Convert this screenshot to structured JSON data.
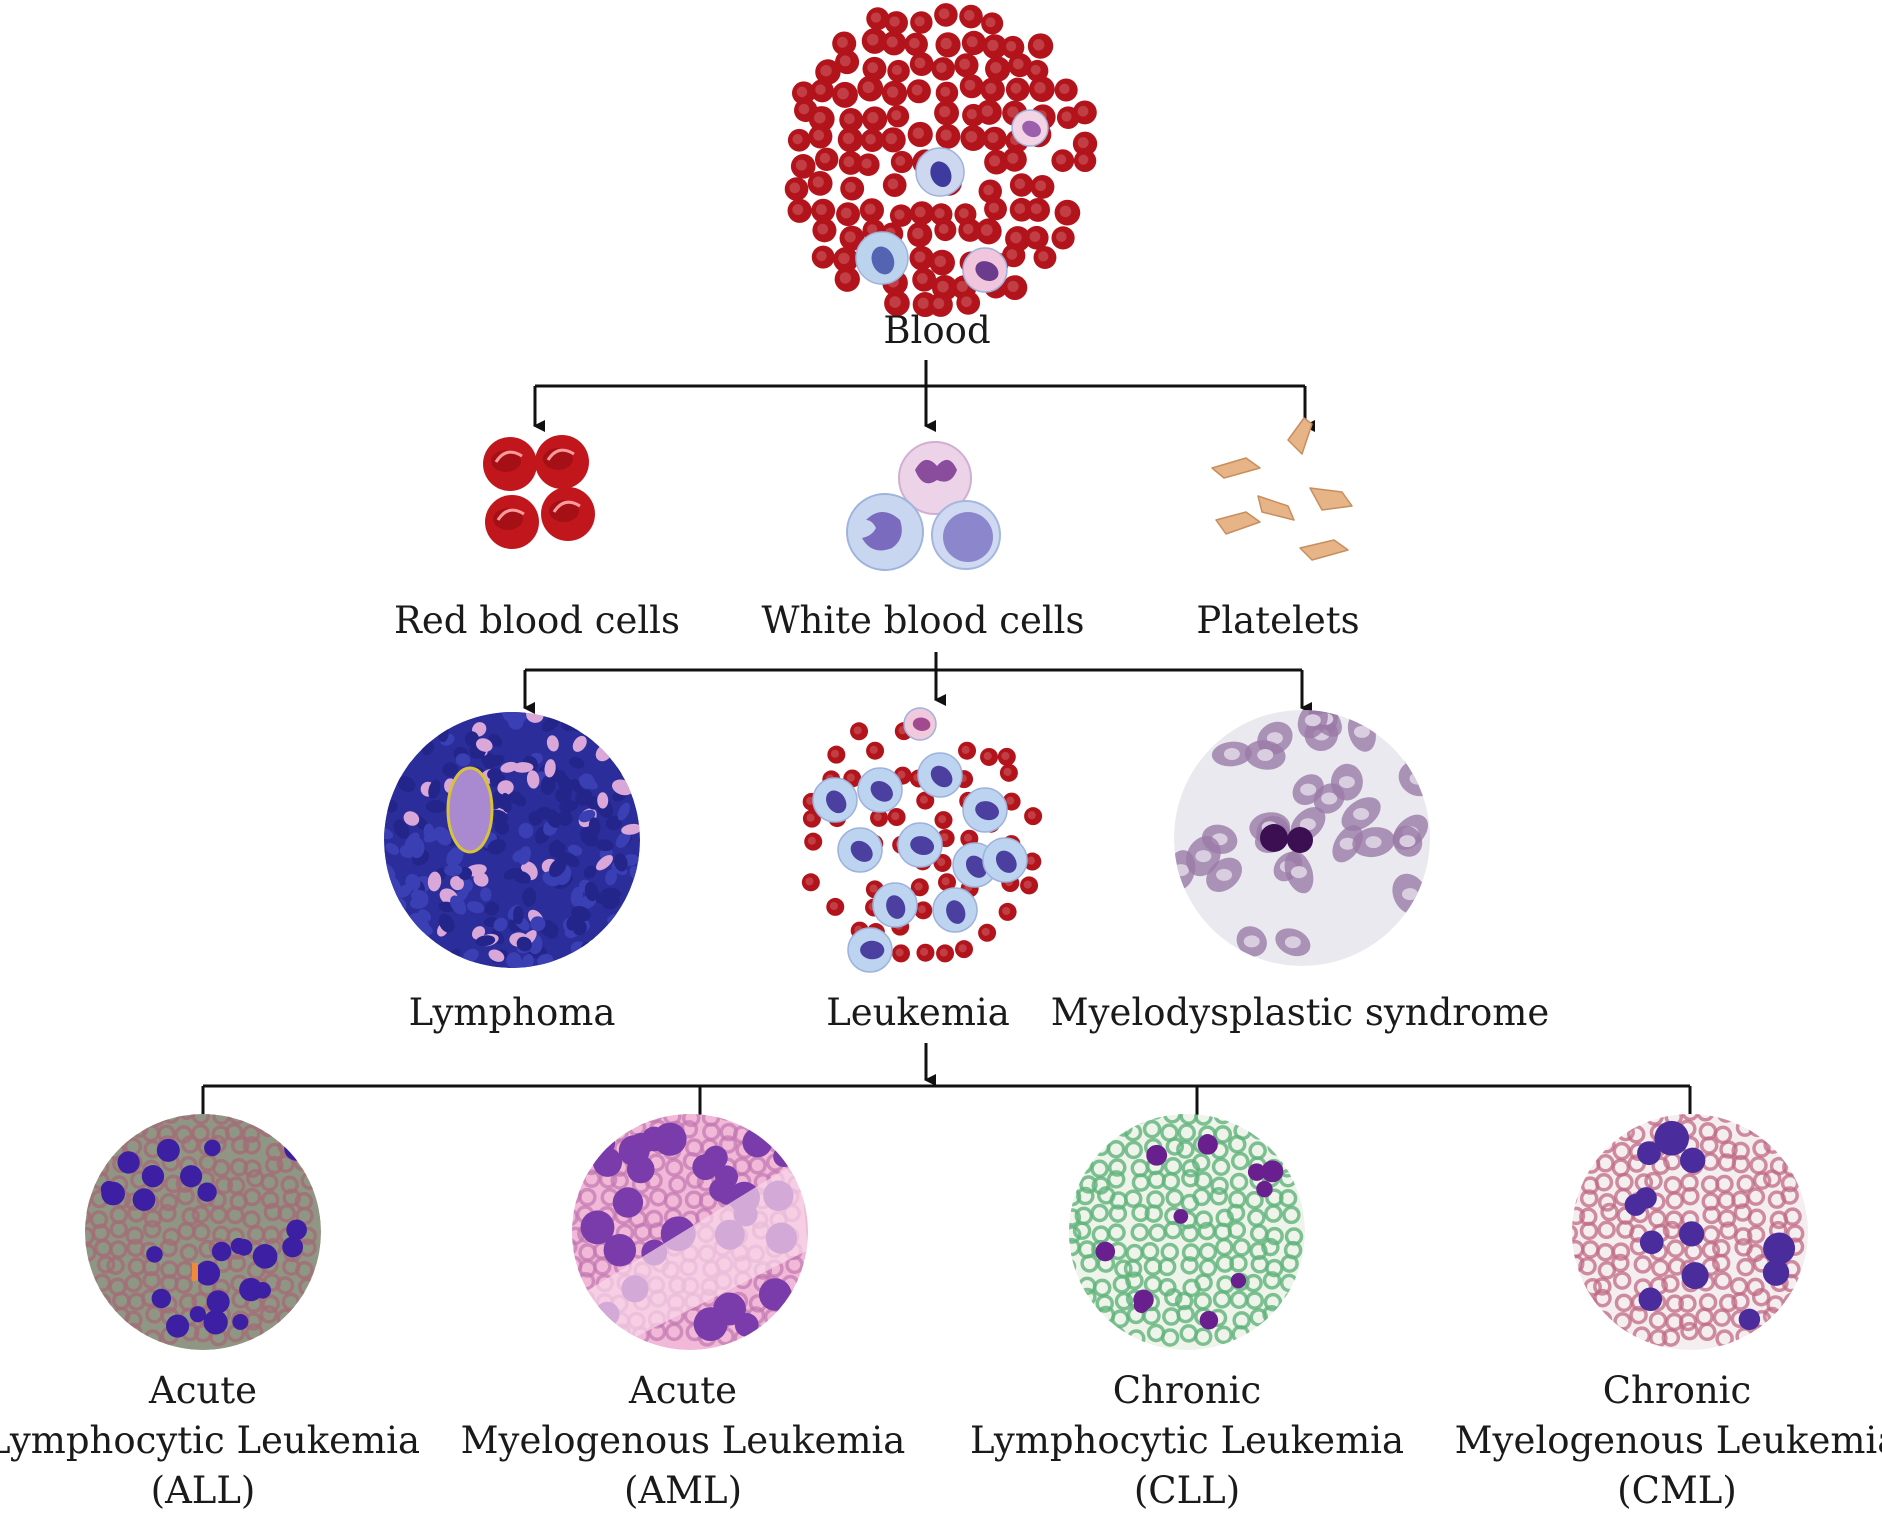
{
  "nodes": {
    "blood": {
      "label": "Blood"
    },
    "rbc": {
      "label": "Red blood cells"
    },
    "wbc": {
      "label": "White blood cells"
    },
    "platelets": {
      "label": "Platelets"
    },
    "lymphoma": {
      "label": "Lymphoma"
    },
    "leukemia": {
      "label": "Leukemia"
    },
    "mds": {
      "label": "Myelodysplastic syndrome"
    },
    "all": {
      "line1": "Acute",
      "line2": "Lymphocytic Leukemia",
      "line3": "(ALL)"
    },
    "aml": {
      "line1": "Acute",
      "line2": "Myelogenous Leukemia",
      "line3": "(AML)"
    },
    "cll": {
      "line1": "Chronic",
      "line2": "Lymphocytic Leukemia",
      "line3": "(CLL)"
    },
    "cml": {
      "line1": "Chronic",
      "line2": "Myelogenous Leukemia",
      "line3": "(CML)"
    }
  },
  "colors": {
    "rbc": "#b3141c",
    "wbc_cytoplasm": "#c9d6ee",
    "wbc_nucleus": "#5b4fa6",
    "platelet": "#e7b487",
    "lymphoma_bg": "#2b2e9a",
    "mds_bg": "#e9e9ef",
    "all_bg": "#8f9784",
    "aml_bg": "#f2b8d8",
    "cll_bg": "#eef4ea",
    "cml_bg": "#f5eef0",
    "line": "#111111"
  }
}
